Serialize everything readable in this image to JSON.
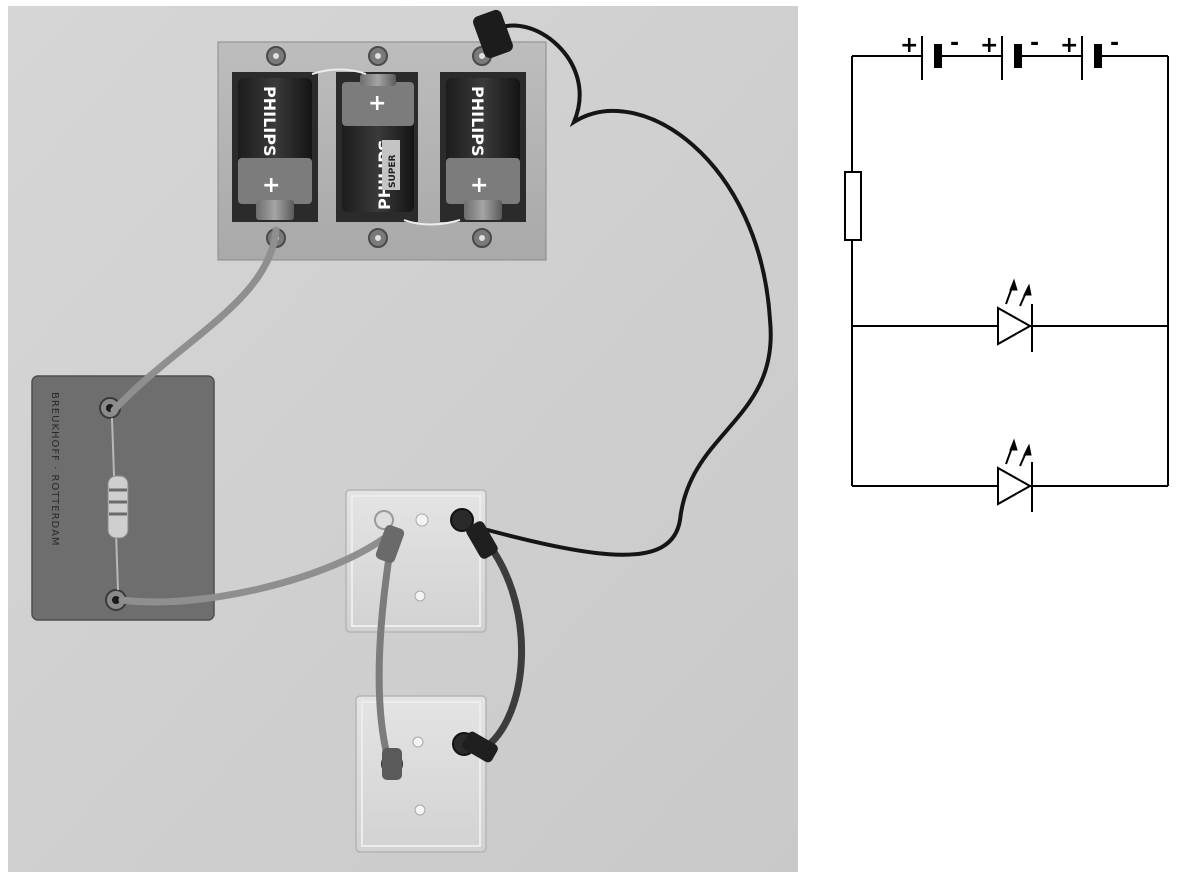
{
  "photo": {
    "battery_brand": "PHILIPS",
    "battery_model": "SUPER",
    "battery_polarity": "+",
    "board_label": "BREUKHOFF · ROTTERDAM"
  },
  "schematic": {
    "batteries": [
      {
        "positive": "+",
        "negative": "-"
      },
      {
        "positive": "+",
        "negative": "-"
      },
      {
        "positive": "+",
        "negative": "-"
      }
    ]
  }
}
